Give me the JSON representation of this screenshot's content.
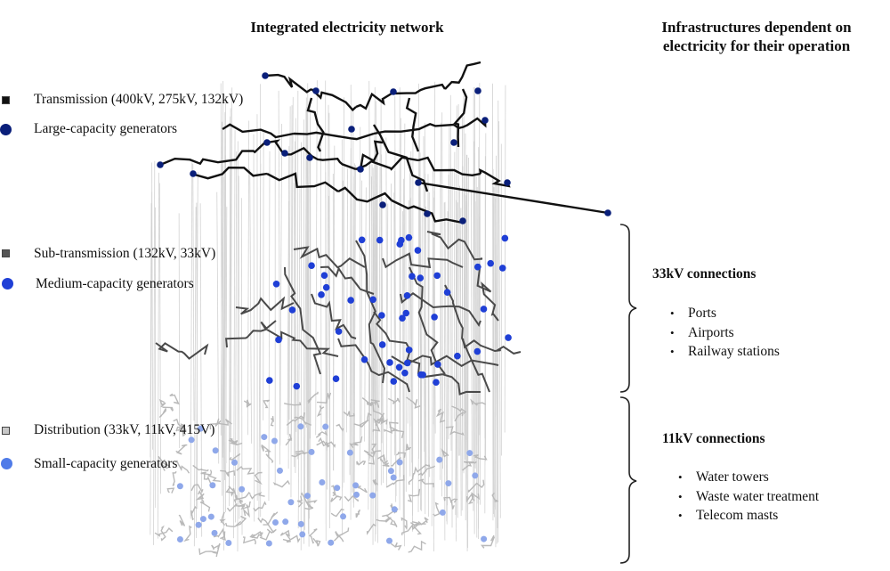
{
  "titles": {
    "left": "Integrated electricity network",
    "right_line1": "Infrastructures dependent on",
    "right_line2": "electricity for their operation"
  },
  "legend": [
    {
      "label": "Transmission (400kV, 275kV, 132kV)",
      "shape": "square",
      "color": "#111111"
    },
    {
      "label": "Large-capacity generators",
      "shape": "dot",
      "color": "#0a1f7a"
    },
    {
      "label": "Sub-transmission (132kV, 33kV)",
      "shape": "square",
      "color": "#555555"
    },
    {
      "label": "Medium-capacity generators",
      "shape": "dot",
      "color": "#1f3fd6"
    },
    {
      "label": "Distribution (33kV, 11kV, 415V)",
      "shape": "square",
      "color": "#c8c8c8"
    },
    {
      "label": "Small-capacity generators",
      "shape": "dot",
      "color": "#4f7be8"
    }
  ],
  "connections": [
    {
      "title": "33kV connections",
      "items": [
        "Ports",
        "Airports",
        "Railway stations"
      ]
    },
    {
      "title": "11kV connections",
      "items": [
        "Water towers",
        "Waste water treatment",
        "Telecom masts"
      ]
    }
  ],
  "colors": {
    "transmission": "#111111",
    "subtransmission": "#4a4a4a",
    "distribution": "#b9b9b9",
    "vertical_links": "#d2d2d2",
    "large_gen": "#0a1f7a",
    "medium_gen": "#1f3fd6",
    "small_gen": "#8fa8ea"
  }
}
